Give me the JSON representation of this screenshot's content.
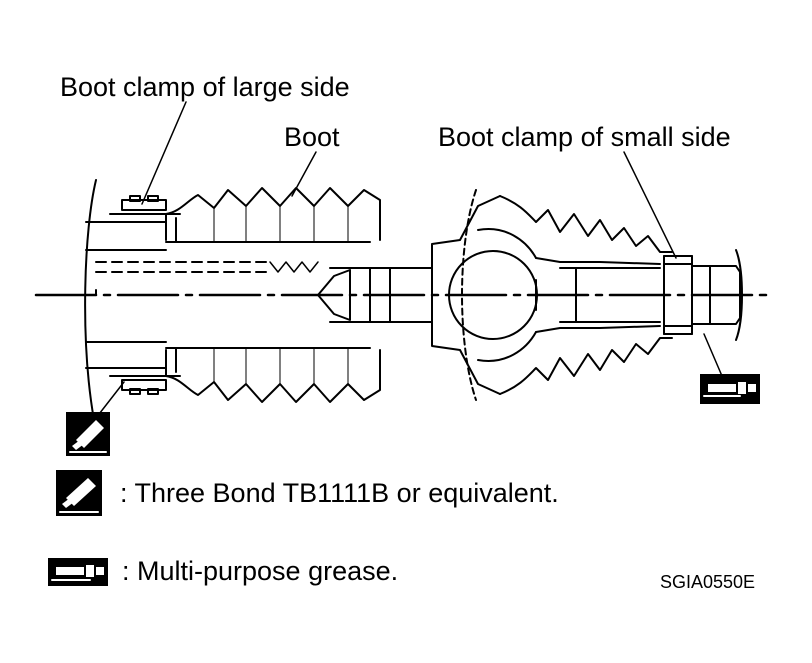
{
  "labels": {
    "boot_clamp_large": "Boot clamp of large side",
    "boot": "Boot",
    "boot_clamp_small": "Boot clamp of small side"
  },
  "legend": {
    "sealant": ": Three Bond TB1111B or equivalent.",
    "grease": ": Multi-purpose grease."
  },
  "figure_code": "SGIA0550E",
  "icons": [
    "sealant-tube-icon",
    "grease-gun-icon"
  ]
}
